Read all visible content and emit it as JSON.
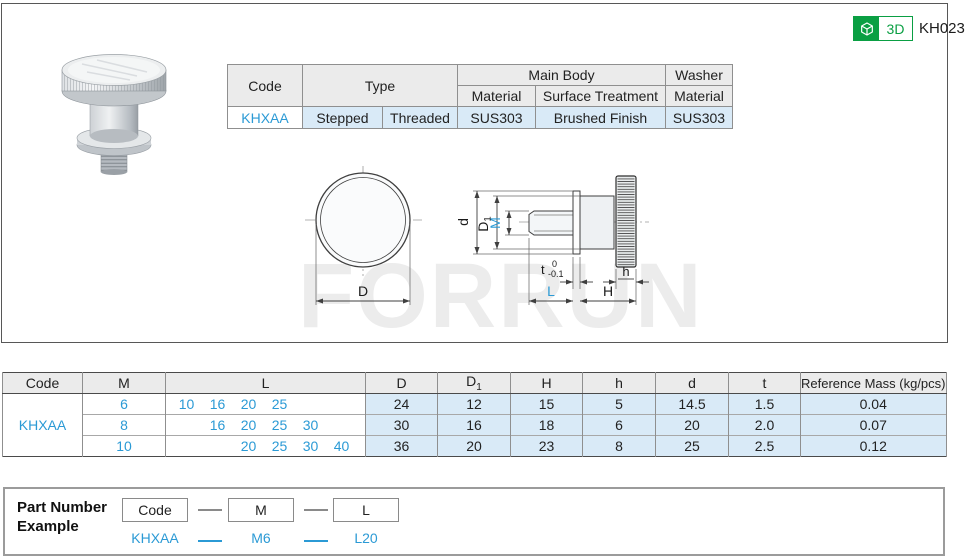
{
  "header": {
    "badge_label": "3D",
    "part_code": "KH023"
  },
  "colors": {
    "accent_blue": "#2b9ad5",
    "light_blue_bg": "#d9eaf7",
    "header_gray_bg": "#ebebeb",
    "badge_green": "#0a9f43"
  },
  "spec_table": {
    "col_code": "Code",
    "col_type": "Type",
    "col_main_body": "Main Body",
    "col_material": "Material",
    "col_surface": "Surface Treatment",
    "col_washer": "Washer",
    "col_washer_material": "Material",
    "row": {
      "code": "KHXAA",
      "type_a": "Stepped",
      "type_b": "Threaded",
      "material": "SUS303",
      "surface": "Brushed Finish",
      "washer_material": "SUS303"
    }
  },
  "drawing": {
    "watermark": "FORRUN",
    "labels": {
      "D": "D",
      "d": "d",
      "d1_base": "D",
      "d1_sub": "1",
      "M": "M",
      "t": "t",
      "t_sup": "0",
      "t_sub": "-0.1",
      "L": "L",
      "H": "H",
      "h": "h"
    }
  },
  "size_table": {
    "headers": {
      "code": "Code",
      "m": "M",
      "l": "L",
      "d_upper": "D",
      "d1_base": "D",
      "d1_sub": "1",
      "h_upper": "H",
      "h_lower": "h",
      "d_lower": "d",
      "t": "t",
      "mass": "Reference Mass (kg/pcs)"
    },
    "code": "KHXAA",
    "rows": [
      {
        "m": "6",
        "l": [
          "10",
          "16",
          "20",
          "25",
          "",
          ""
        ],
        "d_upper": "24",
        "d1": "12",
        "h_upper": "15",
        "h_lower": "5",
        "d_lower": "14.5",
        "t": "1.5",
        "mass": "0.04"
      },
      {
        "m": "8",
        "l": [
          "",
          "16",
          "20",
          "25",
          "30",
          ""
        ],
        "d_upper": "30",
        "d1": "16",
        "h_upper": "18",
        "h_lower": "6",
        "d_lower": "20",
        "t": "2.0",
        "mass": "0.07"
      },
      {
        "m": "10",
        "l": [
          "",
          "",
          "20",
          "25",
          "30",
          "40"
        ],
        "d_upper": "36",
        "d1": "20",
        "h_upper": "23",
        "h_lower": "8",
        "d_lower": "25",
        "t": "2.5",
        "mass": "0.12"
      }
    ]
  },
  "part_number": {
    "title_line1": "Part Number",
    "title_line2": "Example",
    "boxes": [
      "Code",
      "M",
      "L"
    ],
    "values": [
      "KHXAA",
      "M6",
      "L20"
    ]
  }
}
